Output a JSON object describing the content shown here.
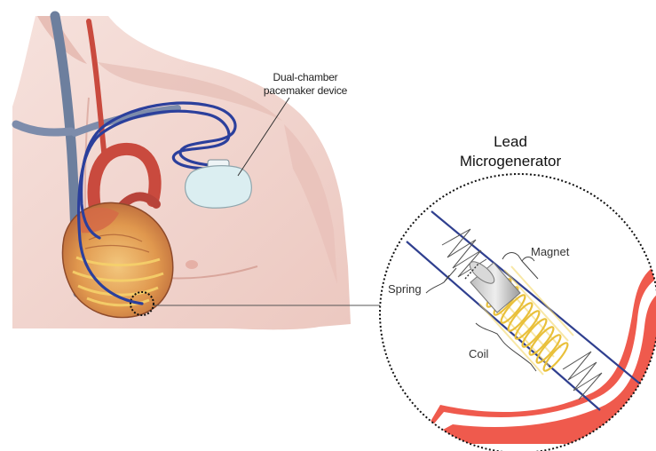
{
  "labels": {
    "device_line1": "Dual-chamber",
    "device_line2": "pacemaker device",
    "title_line1": "Lead",
    "title_line2": "Microgenerator",
    "magnet": "Magnet",
    "spring": "Spring",
    "coil": "Coil"
  },
  "colors": {
    "skin": "#f1d5cf",
    "skin_shadow": "#e1b3ab",
    "lead_wire": "#2b3f9c",
    "vein": "#6d7f9e",
    "artery": "#c94a3e",
    "heart_muscle": "#e3a45a",
    "coil": "#f3d35b",
    "heart_wall": "#ef5a4d",
    "device": "#dbeef1"
  }
}
